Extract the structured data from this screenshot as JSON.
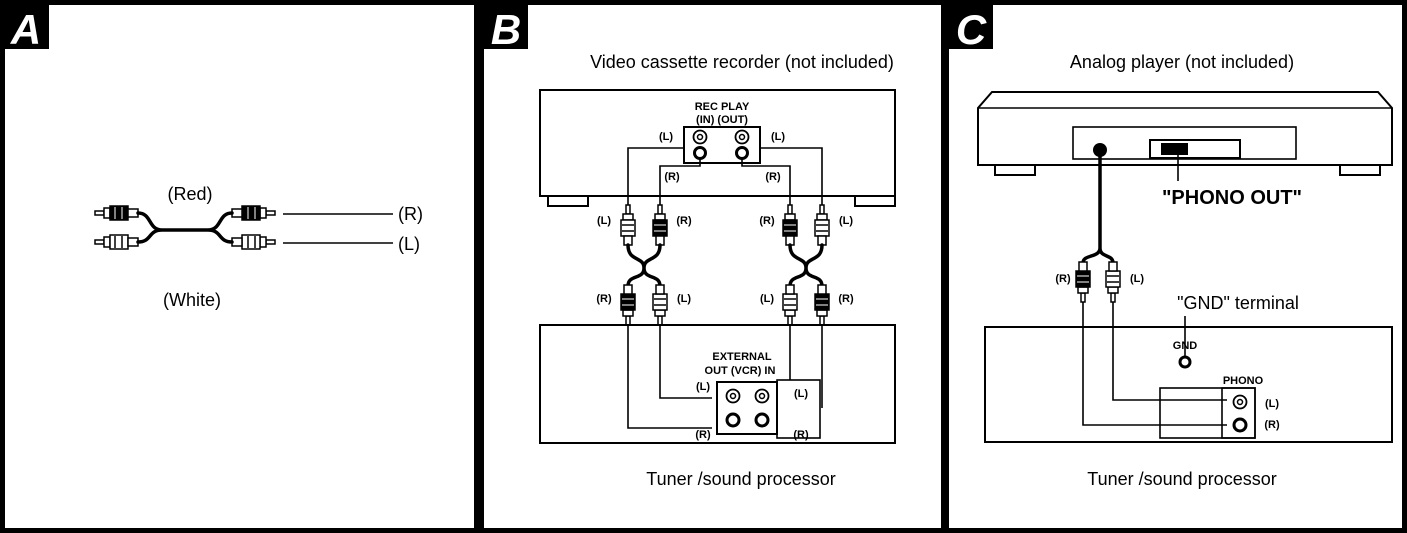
{
  "colors": {
    "ink": "#000000",
    "paper": "#ffffff"
  },
  "panel_a": {
    "letter": "A",
    "red": "(Red)",
    "white": "(White)",
    "r": "(R)",
    "l": "(L)"
  },
  "panel_b": {
    "letter": "B",
    "title": "Video cassette recorder (not included)",
    "rec_play": "REC  PLAY",
    "in_out": "(IN) (OUT)",
    "external": "EXTERNAL",
    "out_vcr_in": "OUT (VCR) IN",
    "bottom": "Tuner /sound processor",
    "l": "(L)",
    "r": "(R)"
  },
  "panel_c": {
    "letter": "C",
    "title": "Analog player (not included)",
    "phono_out": "\"PHONO OUT\"",
    "gnd_terminal": "\"GND\" terminal",
    "gnd": "GND",
    "phono": "PHONO",
    "bottom": "Tuner /sound processor",
    "l": "(L)",
    "r": "(R)"
  }
}
